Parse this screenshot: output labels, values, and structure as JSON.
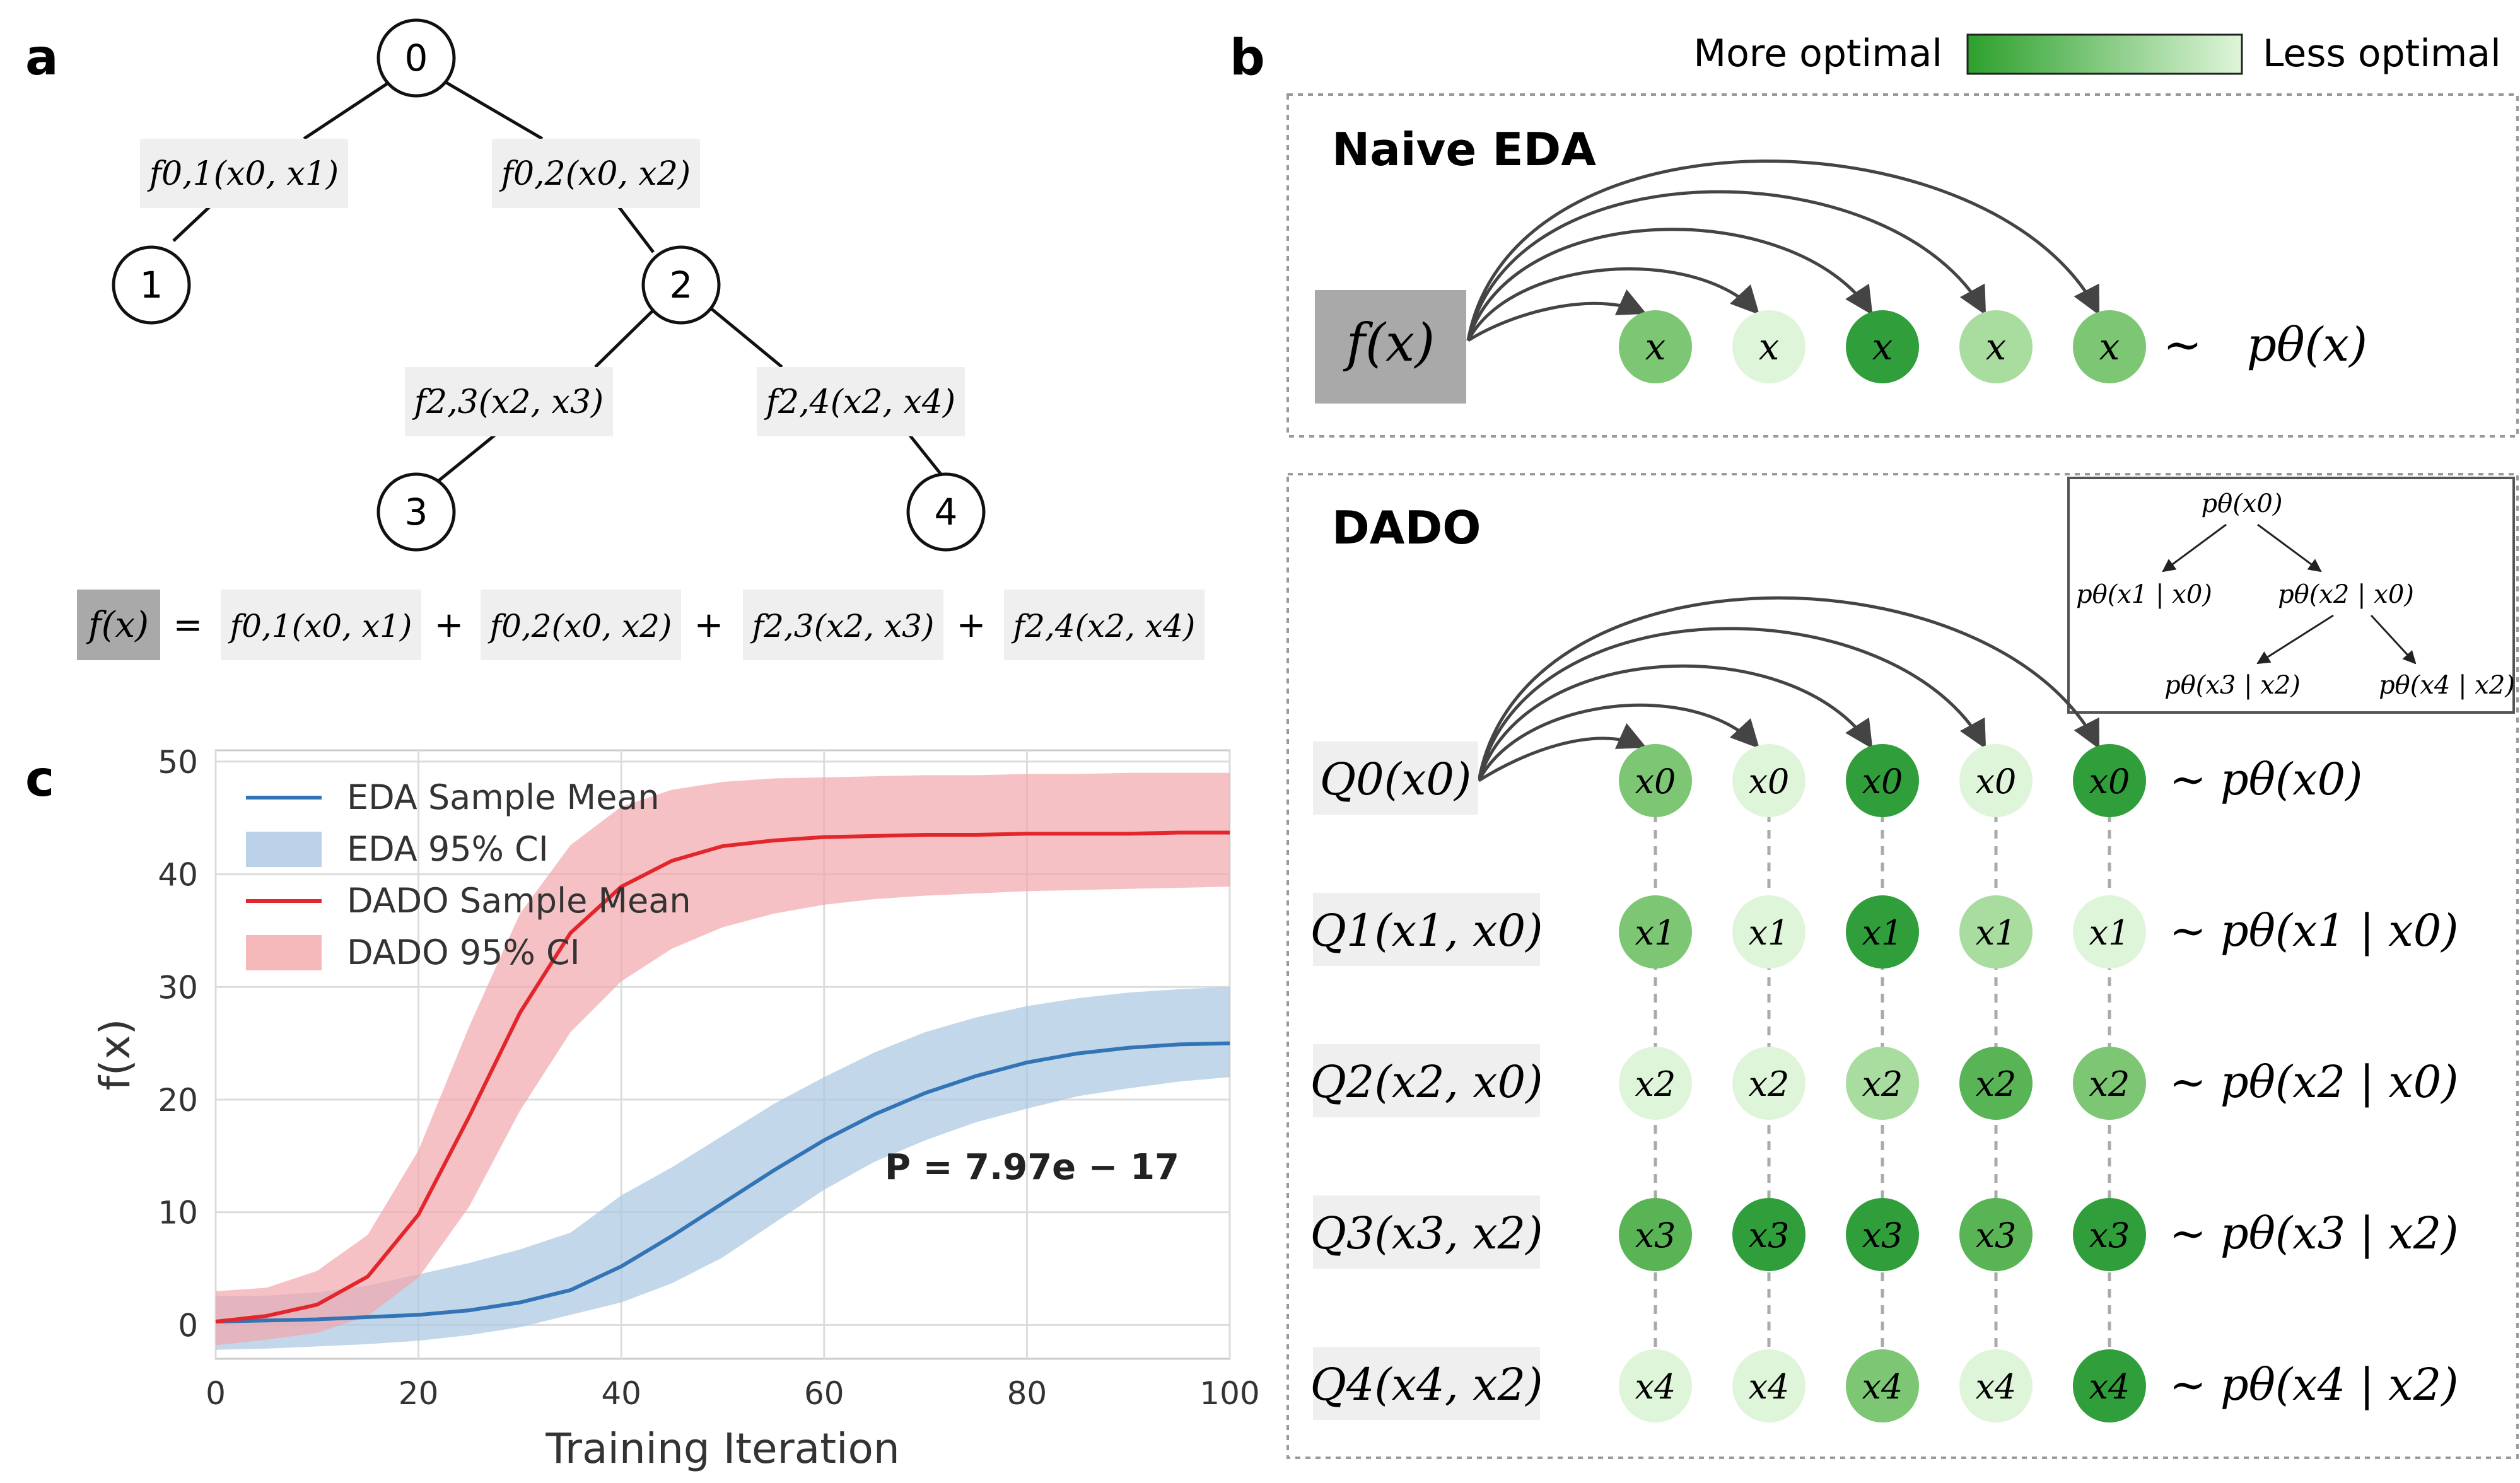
{
  "panel_a": {
    "label": "a",
    "nodes": [
      "0",
      "1",
      "2",
      "3",
      "4"
    ],
    "edges": [
      {
        "label": "f0,1(x0, x1)"
      },
      {
        "label": "f0,2(x0, x2)"
      },
      {
        "label": "f2,3(x2, x3)"
      },
      {
        "label": "f2,4(x2, x4)"
      }
    ],
    "equation": {
      "lhs": "f(x)",
      "eq": "=",
      "plus": "+",
      "terms": [
        "f0,1(x0, x1)",
        "f0,2(x0, x2)",
        "f2,3(x2, x3)",
        "f2,4(x2, x4)"
      ]
    }
  },
  "panel_b": {
    "label": "b",
    "legend": {
      "left": "More optimal",
      "right": "Less optimal",
      "color_more": "#2ca02c",
      "color_less": "#dff5d9"
    },
    "naive": {
      "title": "Naive EDA",
      "source": "f(x)",
      "samples": [
        {
          "t": "x",
          "lvl": 2
        },
        {
          "t": "x",
          "lvl": 0
        },
        {
          "t": "x",
          "lvl": 4
        },
        {
          "t": "x",
          "lvl": 1
        },
        {
          "t": "x",
          "lvl": 2
        }
      ],
      "dist": "~   pθ(x)"
    },
    "dado": {
      "title": "DADO",
      "inset": [
        "pθ(x0)",
        "pθ(x1 | x0)",
        "pθ(x2 | x0)",
        "pθ(x3 | x2)",
        "pθ(x4 | x2)"
      ],
      "rows": [
        {
          "q": "Q0(x0)",
          "dist": "~ pθ(x0)",
          "var": "x0",
          "lvls": [
            2,
            0,
            4,
            0,
            4
          ]
        },
        {
          "q": "Q1(x1, x0)",
          "dist": "~ pθ(x1 | x0)",
          "var": "x1",
          "lvls": [
            2,
            0,
            4,
            1,
            0
          ]
        },
        {
          "q": "Q2(x2, x0)",
          "dist": "~ pθ(x2 | x0)",
          "var": "x2",
          "lvls": [
            0,
            0,
            1,
            3,
            2
          ]
        },
        {
          "q": "Q3(x3, x2)",
          "dist": "~ pθ(x3 | x2)",
          "var": "x3",
          "lvls": [
            3,
            4,
            4,
            3,
            4
          ]
        },
        {
          "q": "Q4(x4, x2)",
          "dist": "~ pθ(x4 | x2)",
          "var": "x4",
          "lvls": [
            0,
            0,
            2,
            0,
            4
          ]
        }
      ],
      "level_colors": [
        "#dff5d9",
        "#a9dc9f",
        "#7cc674",
        "#58b455",
        "#2f9e3b"
      ]
    }
  },
  "panel_c": {
    "label": "c",
    "chart_data": {
      "type": "line",
      "title": "",
      "xlabel": "Training Iteration",
      "ylabel": "f(x)",
      "xlim": [
        0,
        100
      ],
      "ylim": [
        -3,
        51
      ],
      "xticks": [
        0,
        20,
        40,
        60,
        80,
        100
      ],
      "yticks": [
        0,
        10,
        20,
        30,
        40,
        50
      ],
      "grid": true,
      "legend_position": "top-left",
      "annotation": "P = 7.97e − 17",
      "x": [
        0,
        5,
        10,
        15,
        20,
        25,
        30,
        35,
        40,
        45,
        50,
        55,
        60,
        65,
        70,
        75,
        80,
        85,
        90,
        95,
        100
      ],
      "series": [
        {
          "name": "EDA Sample Mean",
          "type": "line",
          "color": "#3274b6",
          "values": [
            0.3,
            0.4,
            0.5,
            0.7,
            0.9,
            1.3,
            2.0,
            3.1,
            5.2,
            7.9,
            10.8,
            13.7,
            16.4,
            18.7,
            20.6,
            22.1,
            23.3,
            24.1,
            24.6,
            24.9,
            25.0
          ]
        },
        {
          "name": "EDA 95% CI",
          "type": "band",
          "color": "#a9c6e1",
          "lower": [
            -2.2,
            -2.1,
            -1.9,
            -1.7,
            -1.4,
            -0.9,
            -0.2,
            0.9,
            2.0,
            3.7,
            6.0,
            9.0,
            12.0,
            14.5,
            16.4,
            18.0,
            19.2,
            20.3,
            21.0,
            21.6,
            22.0
          ],
          "upper": [
            2.6,
            2.6,
            2.9,
            3.5,
            4.5,
            5.5,
            6.7,
            8.2,
            11.5,
            14.0,
            16.8,
            19.6,
            22.0,
            24.2,
            26.0,
            27.3,
            28.3,
            29.0,
            29.5,
            29.8,
            30.0
          ]
        },
        {
          "name": "DADO Sample Mean",
          "type": "line",
          "color": "#e3262b",
          "values": [
            0.3,
            0.8,
            1.8,
            4.3,
            9.8,
            18.5,
            27.7,
            34.8,
            38.9,
            41.2,
            42.5,
            43.0,
            43.3,
            43.4,
            43.5,
            43.5,
            43.6,
            43.6,
            43.6,
            43.7,
            43.7
          ]
        },
        {
          "name": "DADO 95% CI",
          "type": "band",
          "color": "#f2a7ab",
          "lower": [
            -1.8,
            -1.3,
            -0.7,
            0.8,
            4.2,
            10.5,
            19.0,
            26.0,
            30.5,
            33.4,
            35.3,
            36.5,
            37.3,
            37.8,
            38.1,
            38.3,
            38.5,
            38.6,
            38.7,
            38.8,
            38.9
          ],
          "upper": [
            3.0,
            3.3,
            4.8,
            8.0,
            15.5,
            26.5,
            36.5,
            42.6,
            46.0,
            47.5,
            48.2,
            48.5,
            48.6,
            48.7,
            48.8,
            48.8,
            48.9,
            48.9,
            49.0,
            49.0,
            49.0
          ]
        }
      ]
    }
  }
}
